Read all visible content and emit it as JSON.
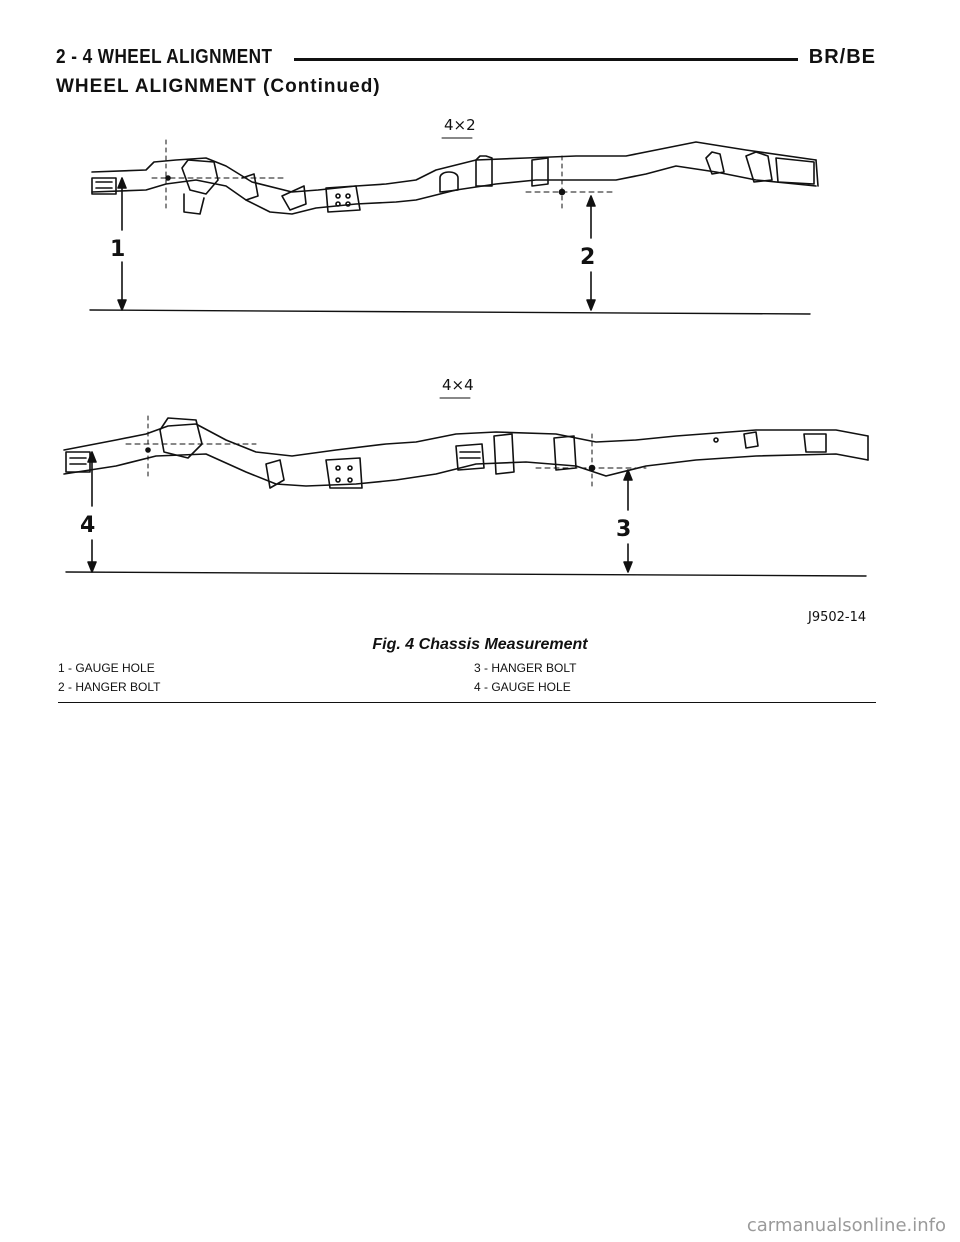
{
  "header": {
    "left": "2 - 4    WHEEL ALIGNMENT",
    "right": "BR/BE"
  },
  "section_title": "WHEEL ALIGNMENT (Continued)",
  "figure": {
    "top_label": "4×2",
    "bottom_label": "4×4",
    "callouts": [
      "1",
      "2",
      "3",
      "4"
    ],
    "code": "J9502-14"
  },
  "caption": "Fig. 4 Chassis Measurement",
  "legend": [
    "1 - GAUGE HOLE",
    "2 - HANGER BOLT",
    "3 - HANGER BOLT",
    "4 - GAUGE HOLE"
  ],
  "watermark": "carmanualsonline.info"
}
